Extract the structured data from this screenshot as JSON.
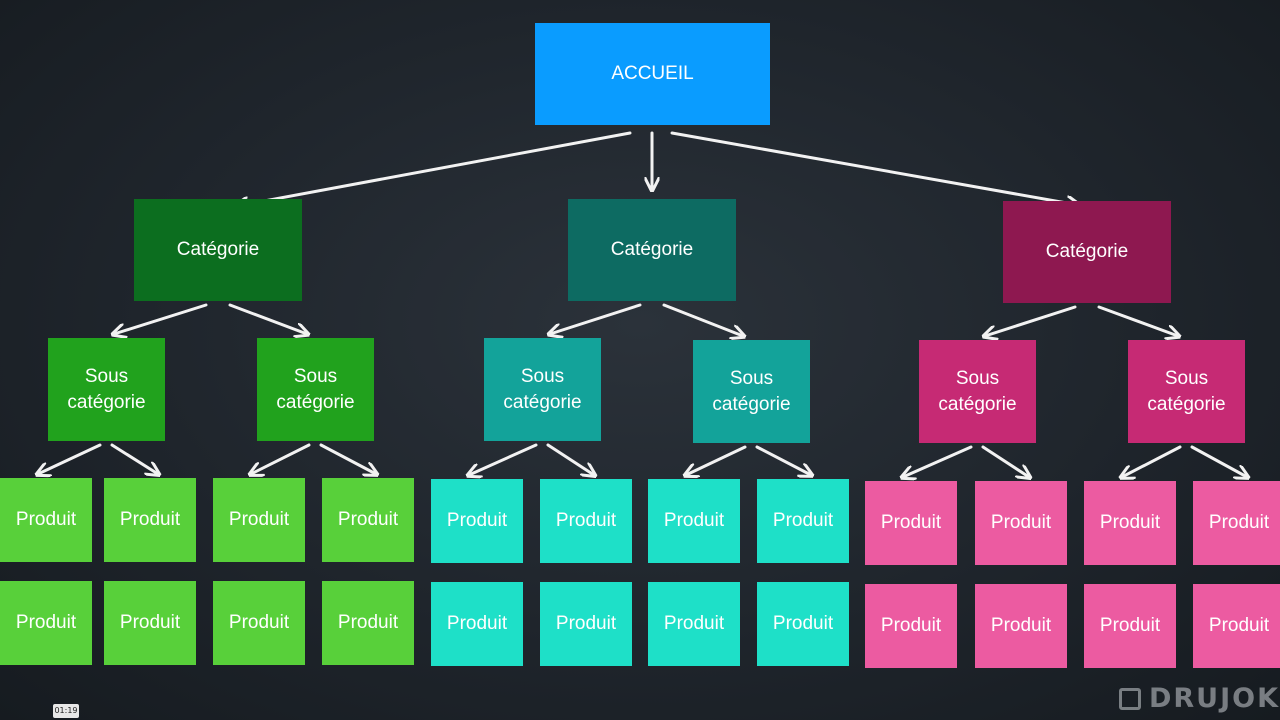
{
  "root": {
    "label": "ACCUEIL",
    "color": "#0a9cff"
  },
  "branches": [
    {
      "label": "Catégorie",
      "cat_color": "#0c6e1f",
      "sub_color": "#21a21d",
      "prod_color": "#58d03a",
      "subs": [
        {
          "label": "Sous catégorie",
          "products": [
            "Produit",
            "Produit",
            "Produit",
            "Produit"
          ]
        },
        {
          "label": "Sous catégorie",
          "products": [
            "Produit",
            "Produit",
            "Produit",
            "Produit"
          ]
        }
      ]
    },
    {
      "label": "Catégorie",
      "cat_color": "#0d6b62",
      "sub_color": "#13a39a",
      "prod_color": "#1ee0c8",
      "subs": [
        {
          "label": "Sous catégorie",
          "products": [
            "Produit",
            "Produit",
            "Produit",
            "Produit"
          ]
        },
        {
          "label": "Sous catégorie",
          "products": [
            "Produit",
            "Produit",
            "Produit",
            "Produit"
          ]
        }
      ]
    },
    {
      "label": "Catégorie",
      "cat_color": "#8e1850",
      "sub_color": "#c62a74",
      "prod_color": "#ec5ba1",
      "subs": [
        {
          "label": "Sous catégorie",
          "products": [
            "Produit",
            "Produit",
            "Produit",
            "Produit"
          ]
        },
        {
          "label": "Sous catégorie",
          "products": [
            "Produit",
            "Produit",
            "Produit",
            "Produit"
          ]
        }
      ]
    }
  ],
  "timestamp": "01:19",
  "watermark": "DRUJOK",
  "arrow_color": "#f2f2f2"
}
